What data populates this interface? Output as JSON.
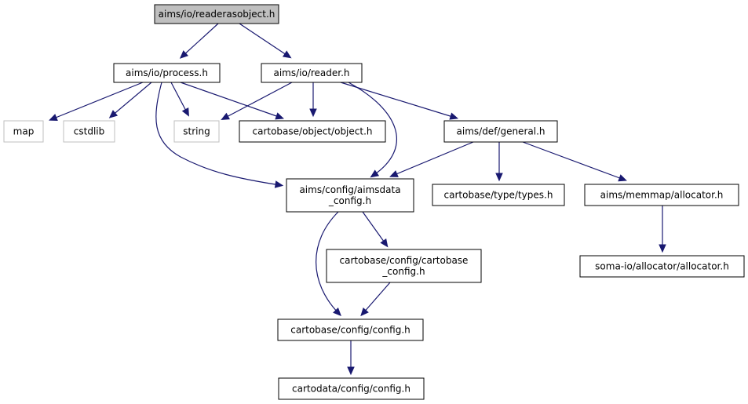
{
  "diagram": {
    "nodes": [
      {
        "id": "readerasobject",
        "lines": [
          "aims/io/readerasobject.h"
        ],
        "kind": "root"
      },
      {
        "id": "process",
        "lines": [
          "aims/io/process.h"
        ],
        "kind": "normal"
      },
      {
        "id": "reader",
        "lines": [
          "aims/io/reader.h"
        ],
        "kind": "normal"
      },
      {
        "id": "map",
        "lines": [
          "map"
        ],
        "kind": "external"
      },
      {
        "id": "cstdlib",
        "lines": [
          "cstdlib"
        ],
        "kind": "external"
      },
      {
        "id": "string",
        "lines": [
          "string"
        ],
        "kind": "external"
      },
      {
        "id": "object",
        "lines": [
          "cartobase/object/object.h"
        ],
        "kind": "normal"
      },
      {
        "id": "general",
        "lines": [
          "aims/def/general.h"
        ],
        "kind": "normal"
      },
      {
        "id": "aimsdata_config",
        "lines": [
          "aims/config/aimsdata",
          "_config.h"
        ],
        "kind": "normal"
      },
      {
        "id": "types",
        "lines": [
          "cartobase/type/types.h"
        ],
        "kind": "normal"
      },
      {
        "id": "memmap_allocator",
        "lines": [
          "aims/memmap/allocator.h"
        ],
        "kind": "normal"
      },
      {
        "id": "cartobase_config",
        "lines": [
          "cartobase/config/cartobase",
          "_config.h"
        ],
        "kind": "normal"
      },
      {
        "id": "soma_allocator",
        "lines": [
          "soma-io/allocator/allocator.h"
        ],
        "kind": "normal"
      },
      {
        "id": "cartobase_config_h",
        "lines": [
          "cartobase/config/config.h"
        ],
        "kind": "normal"
      },
      {
        "id": "cartodata_config_h",
        "lines": [
          "cartodata/config/config.h"
        ],
        "kind": "normal"
      }
    ],
    "edges": [
      {
        "from": "readerasobject",
        "to": "process"
      },
      {
        "from": "readerasobject",
        "to": "reader"
      },
      {
        "from": "process",
        "to": "map"
      },
      {
        "from": "process",
        "to": "cstdlib"
      },
      {
        "from": "process",
        "to": "string"
      },
      {
        "from": "process",
        "to": "object"
      },
      {
        "from": "process",
        "to": "aimsdata_config"
      },
      {
        "from": "reader",
        "to": "string"
      },
      {
        "from": "reader",
        "to": "object"
      },
      {
        "from": "reader",
        "to": "general"
      },
      {
        "from": "reader",
        "to": "aimsdata_config"
      },
      {
        "from": "general",
        "to": "aimsdata_config"
      },
      {
        "from": "general",
        "to": "types"
      },
      {
        "from": "general",
        "to": "memmap_allocator"
      },
      {
        "from": "aimsdata_config",
        "to": "cartobase_config"
      },
      {
        "from": "aimsdata_config",
        "to": "cartobase_config_h"
      },
      {
        "from": "memmap_allocator",
        "to": "soma_allocator"
      },
      {
        "from": "cartobase_config",
        "to": "cartobase_config_h"
      },
      {
        "from": "cartobase_config_h",
        "to": "cartodata_config_h"
      }
    ]
  }
}
